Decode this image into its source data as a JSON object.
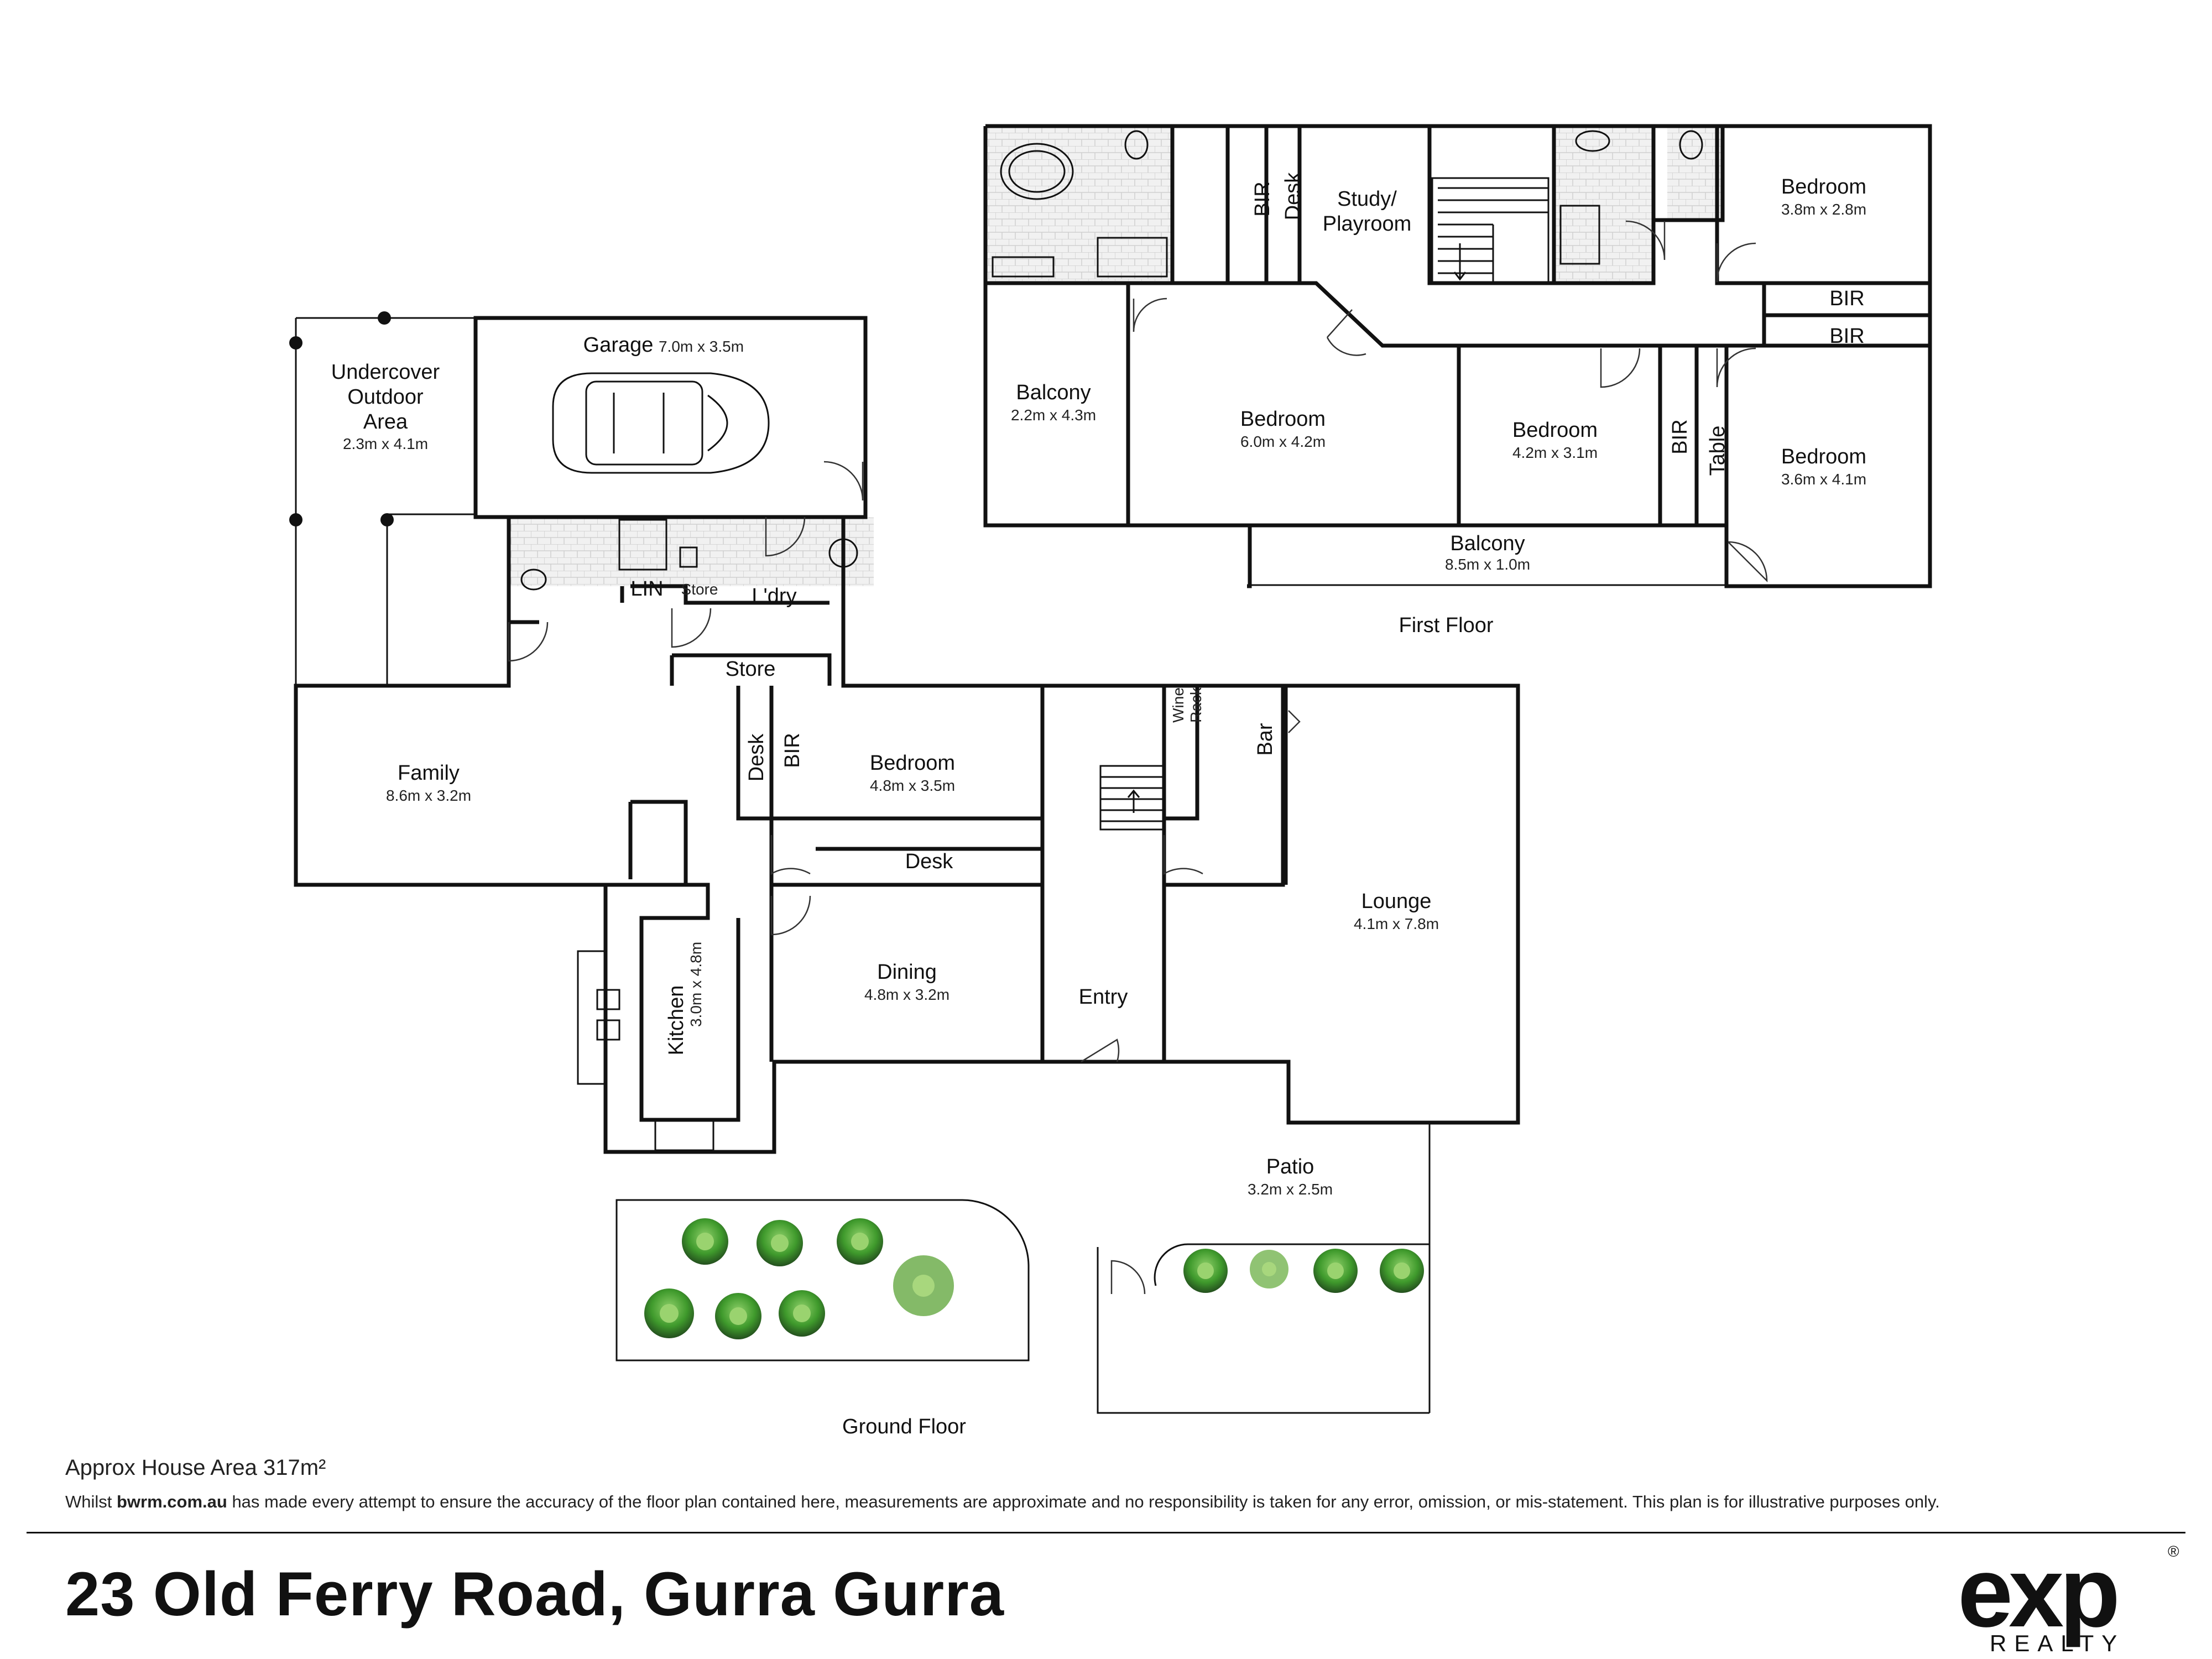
{
  "floors": {
    "first": "First Floor",
    "ground": "Ground Floor"
  },
  "rooms": {
    "undercover": {
      "name_lines": [
        "Undercover",
        "Outdoor",
        "Area"
      ],
      "dims": "2.3m x 4.1m"
    },
    "garage": {
      "name": "Garage",
      "dims": "7.0m x 3.5m"
    },
    "lin": "LIN",
    "store_small": "Store",
    "laundry": "L'dry",
    "store": "Store",
    "family": {
      "name": "Family",
      "dims": "8.6m x 3.2m"
    },
    "g_desk_v": "Desk",
    "g_bir": "BIR",
    "g_bedroom": {
      "name": "Bedroom",
      "dims": "4.8m x 3.5m"
    },
    "g_desk_h": "Desk",
    "wine_rack": [
      "Wine",
      "Rack"
    ],
    "bar": "Bar",
    "lounge": {
      "name": "Lounge",
      "dims": "4.1m x 7.8m"
    },
    "dining": {
      "name": "Dining",
      "dims": "4.8m x 3.2m"
    },
    "entry": "Entry",
    "kitchen": {
      "name": "Kitchen",
      "dims": "3.0m x 4.8m"
    },
    "patio": {
      "name": "Patio",
      "dims": "3.2m x 2.5m"
    },
    "f_bir1": "BIR",
    "f_desk": "Desk",
    "study": [
      "Study/",
      "Playroom"
    ],
    "f_bed1": {
      "name": "Bedroom",
      "dims": "3.8m x 2.8m"
    },
    "f_bir2": "BIR",
    "f_bir3": "BIR",
    "balcony1": {
      "name": "Balcony",
      "dims": "2.2m x 4.3m"
    },
    "f_bed_main": {
      "name": "Bedroom",
      "dims": "6.0m x 4.2m"
    },
    "f_bed3": {
      "name": "Bedroom",
      "dims": "4.2m x 3.1m"
    },
    "f_bir4": "BIR",
    "table": "Table",
    "f_bed4": {
      "name": "Bedroom",
      "dims": "3.6m x 4.1m"
    },
    "balcony2": {
      "name": "Balcony",
      "dims": "8.5m x 1.0m"
    }
  },
  "footer": {
    "area": "Approx House Area 317m²",
    "disclaimer_pre": "Whilst ",
    "disclaimer_site": "bwrm.com.au",
    "disclaimer_post": " has made every attempt to ensure the accuracy of the floor plan contained here, measurements are approximate and no responsibility is taken for any error, omission, or mis-statement. This plan is for illustrative purposes only.",
    "address": "23 Old Ferry Road, Gurra Gurra"
  },
  "logo": {
    "main": "exp",
    "sub": "REALTY",
    "reg": "®"
  },
  "colors": {
    "wall": "#111111",
    "plant_green": "#3f9a2c",
    "plant_dark": "#2a5e22",
    "tile": "#dcdcdc"
  }
}
